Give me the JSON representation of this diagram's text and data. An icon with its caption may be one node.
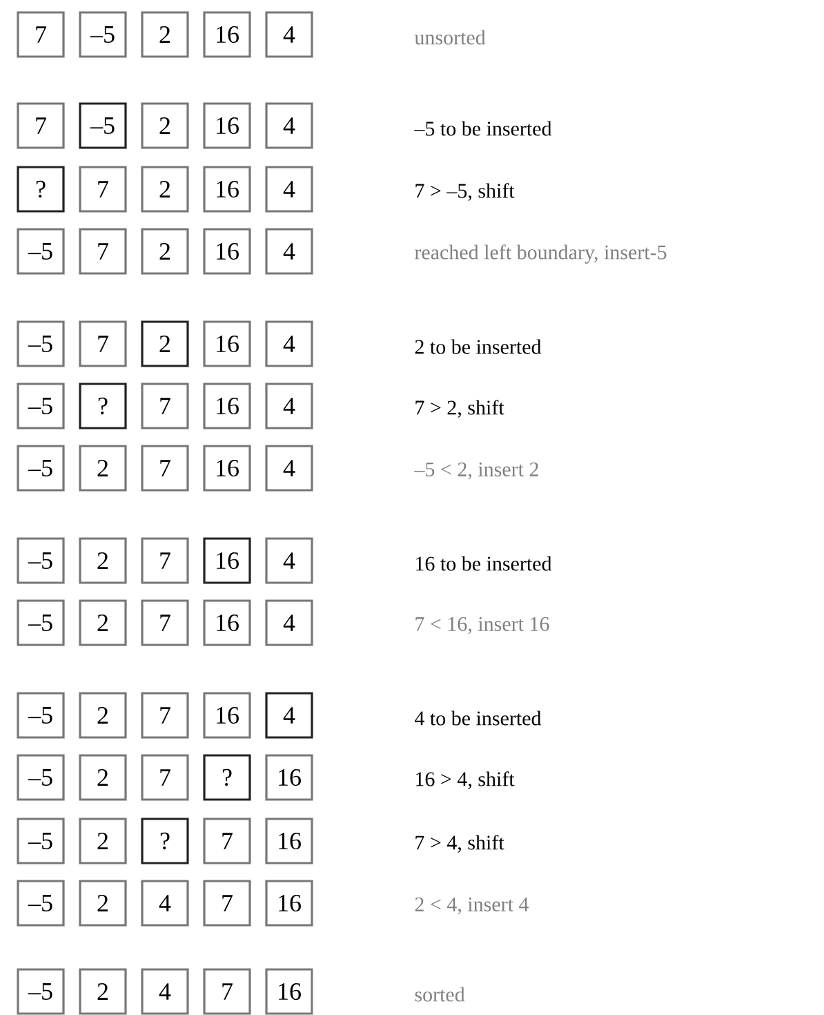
{
  "diagram": {
    "nodes": [
      {
        "text": [
          "7"
        ]
      },
      {
        "text": [
          "–5"
        ]
      },
      {
        "text": [
          "2"
        ]
      },
      {
        "text": [
          "16"
        ]
      },
      {
        "text": [
          "4"
        ]
      },
      {
        "text": [
          "7"
        ]
      },
      {
        "text": [
          "–5"
        ]
      },
      {
        "text": [
          "2"
        ]
      },
      {
        "text": [
          "16"
        ]
      },
      {
        "text": [
          "4"
        ]
      },
      {
        "text": [
          "?"
        ]
      },
      {
        "text": [
          "7"
        ]
      },
      {
        "text": [
          "2"
        ]
      },
      {
        "text": [
          "16"
        ]
      },
      {
        "text": [
          "4"
        ]
      },
      {
        "text": [
          "–5"
        ]
      },
      {
        "text": [
          "7"
        ]
      },
      {
        "text": [
          "2"
        ]
      },
      {
        "text": [
          "16"
        ]
      },
      {
        "text": [
          "4"
        ]
      },
      {
        "text": [
          "–5"
        ]
      },
      {
        "text": [
          "7"
        ]
      },
      {
        "text": [
          "2"
        ]
      },
      {
        "text": [
          "16"
        ]
      },
      {
        "text": [
          "4"
        ]
      },
      {
        "text": [
          "–5"
        ]
      },
      {
        "text": [
          "?"
        ]
      },
      {
        "text": [
          "7"
        ]
      },
      {
        "text": [
          "16"
        ]
      },
      {
        "text": [
          "4"
        ]
      },
      {
        "text": [
          "–5"
        ]
      },
      {
        "text": [
          "2"
        ]
      },
      {
        "text": [
          "7"
        ]
      },
      {
        "text": [
          "16"
        ]
      },
      {
        "text": [
          "4"
        ]
      },
      {
        "text": [
          "–5"
        ]
      },
      {
        "text": [
          "2"
        ]
      },
      {
        "text": [
          "7"
        ]
      },
      {
        "text": [
          "16"
        ]
      },
      {
        "text": [
          "4"
        ]
      },
      {
        "text": [
          "–5"
        ]
      },
      {
        "text": [
          "2"
        ]
      },
      {
        "text": [
          "7"
        ]
      },
      {
        "text": [
          "16"
        ]
      },
      {
        "text": [
          "4"
        ]
      },
      {
        "text": [
          "–5"
        ]
      },
      {
        "text": [
          "2"
        ]
      },
      {
        "text": [
          "7"
        ]
      },
      {
        "text": [
          "16"
        ]
      },
      {
        "text": [
          "4"
        ]
      },
      {
        "text": [
          "–5"
        ]
      },
      {
        "text": [
          "2"
        ]
      },
      {
        "text": [
          "7"
        ]
      },
      {
        "text": [
          "?"
        ]
      },
      {
        "text": [
          "16"
        ]
      },
      {
        "text": [
          "–5"
        ]
      },
      {
        "text": [
          "2"
        ]
      },
      {
        "text": [
          "?"
        ]
      },
      {
        "text": [
          "7"
        ]
      },
      {
        "text": [
          "16"
        ]
      },
      {
        "text": [
          "–5"
        ]
      },
      {
        "text": [
          "2"
        ]
      },
      {
        "text": [
          "4"
        ]
      },
      {
        "text": [
          "7"
        ]
      },
      {
        "text": [
          "16"
        ]
      },
      {
        "text": [
          "–5"
        ]
      },
      {
        "text": [
          "2"
        ]
      },
      {
        "text": [
          "4"
        ]
      },
      {
        "text": [
          "7"
        ]
      },
      {
        "text": [
          "16"
        ]
      }
    ],
    "labels": [
      "unsorted",
      "–5 to be inserted",
      "7 > –5, shift",
      "reached left boundary, insert-5",
      "2 to be inserted",
      "7 > 2, shift",
      "–5 < 2, insert 2",
      "16 to be inserted",
      "7 < 16, insert 16",
      "4 to be inserted",
      "16 > 4, shift",
      "7 > 4, shift",
      "2 < 4, insert 4",
      "sorted"
    ]
  }
}
